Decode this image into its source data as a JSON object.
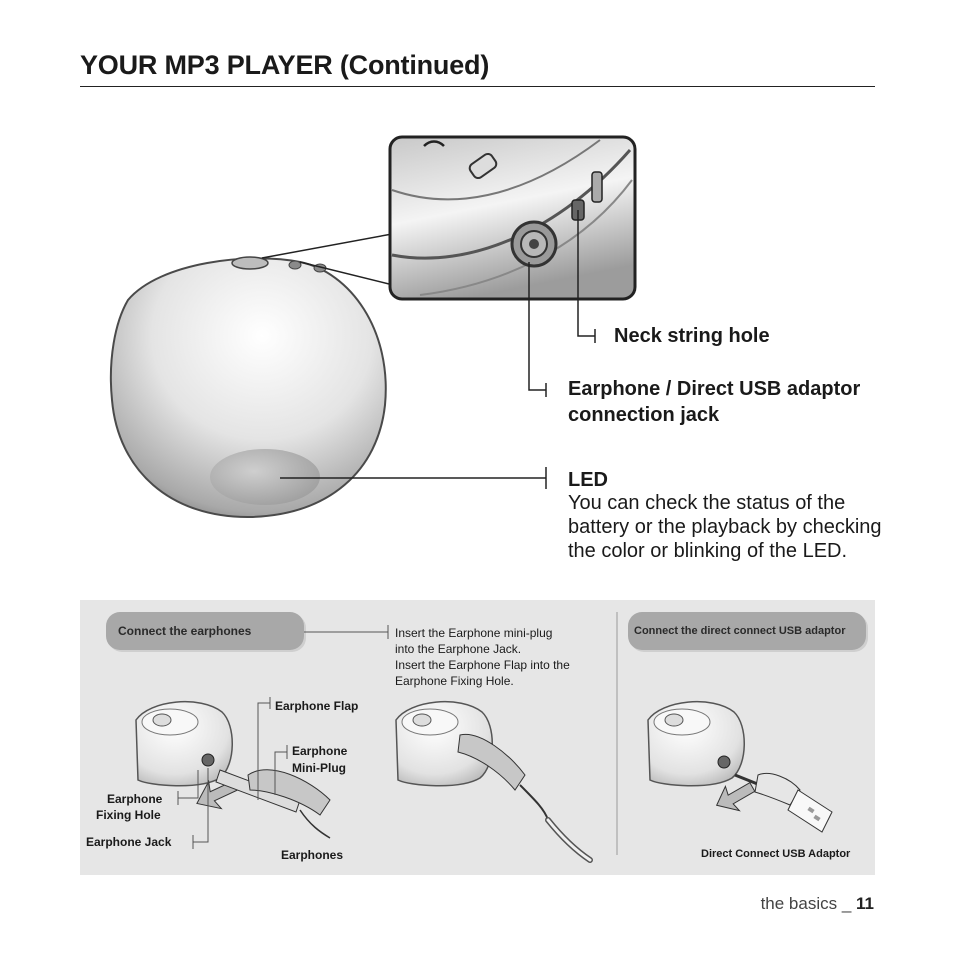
{
  "page_title": "YOUR MP3 PLAYER (Continued)",
  "callouts": {
    "neck_string_hole": "Neck string hole",
    "jack": "Earphone / Direct USB adaptor connection jack",
    "led_title": "LED",
    "led_desc": "You can check the status of the battery or the playback by checking the color or blinking of the LED."
  },
  "panel": {
    "connect_earphones_label": "Connect the earphones",
    "instruction": [
      "Insert the Earphone mini-plug",
      "into the Earphone Jack.",
      "Insert the Earphone Flap into the",
      "Earphone Fixing Hole."
    ],
    "earphone_flap": "Earphone Flap",
    "earphone_miniplug_1": "Earphone",
    "earphone_miniplug_2": "Mini-Plug",
    "fixing_hole_1": "Earphone",
    "fixing_hole_2": "Fixing Hole",
    "earphone_jack": "Earphone Jack",
    "earphones": "Earphones",
    "connect_usb_label": "Connect the direct connect USB adaptor",
    "usb_adaptor": "Direct Connect USB Adaptor"
  },
  "footer": {
    "section": "the basics _ ",
    "page_number": "11"
  }
}
